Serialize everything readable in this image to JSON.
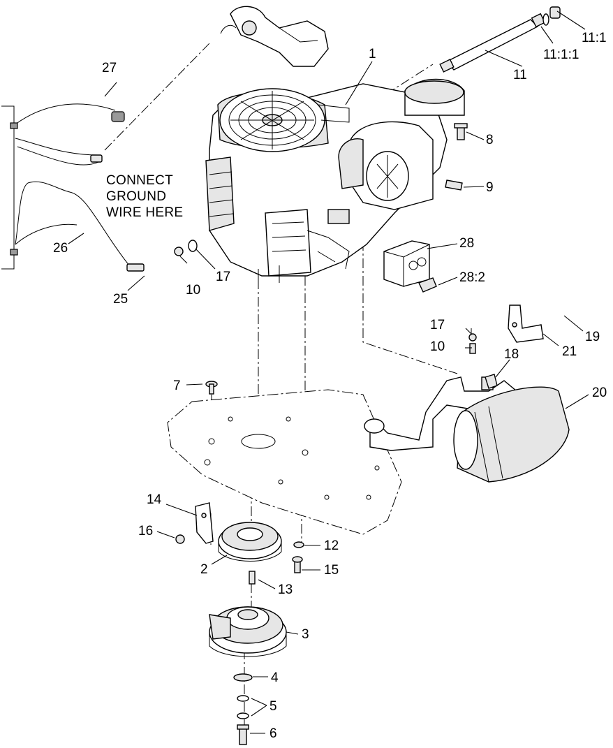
{
  "diagram": {
    "note": [
      "CONNECT",
      "GROUND",
      "WIRE HERE"
    ],
    "callouts": {
      "c1": "1",
      "c2": "2",
      "c3": "3",
      "c4": "4",
      "c5": "5",
      "c6": "6",
      "c7": "7",
      "c8": "8",
      "c9": "9",
      "c10a": "10",
      "c10b": "10",
      "c11": "11",
      "c11_1": "11:1",
      "c11_1_1": "11:1:1",
      "c12": "12",
      "c13": "13",
      "c14": "14",
      "c15": "15",
      "c16": "16",
      "c17a": "17",
      "c17b": "17",
      "c18": "18",
      "c19": "19",
      "c20": "20",
      "c21": "21",
      "c25": "25",
      "c26": "26",
      "c27": "27",
      "c28": "28",
      "c28_2": "28:2"
    }
  }
}
